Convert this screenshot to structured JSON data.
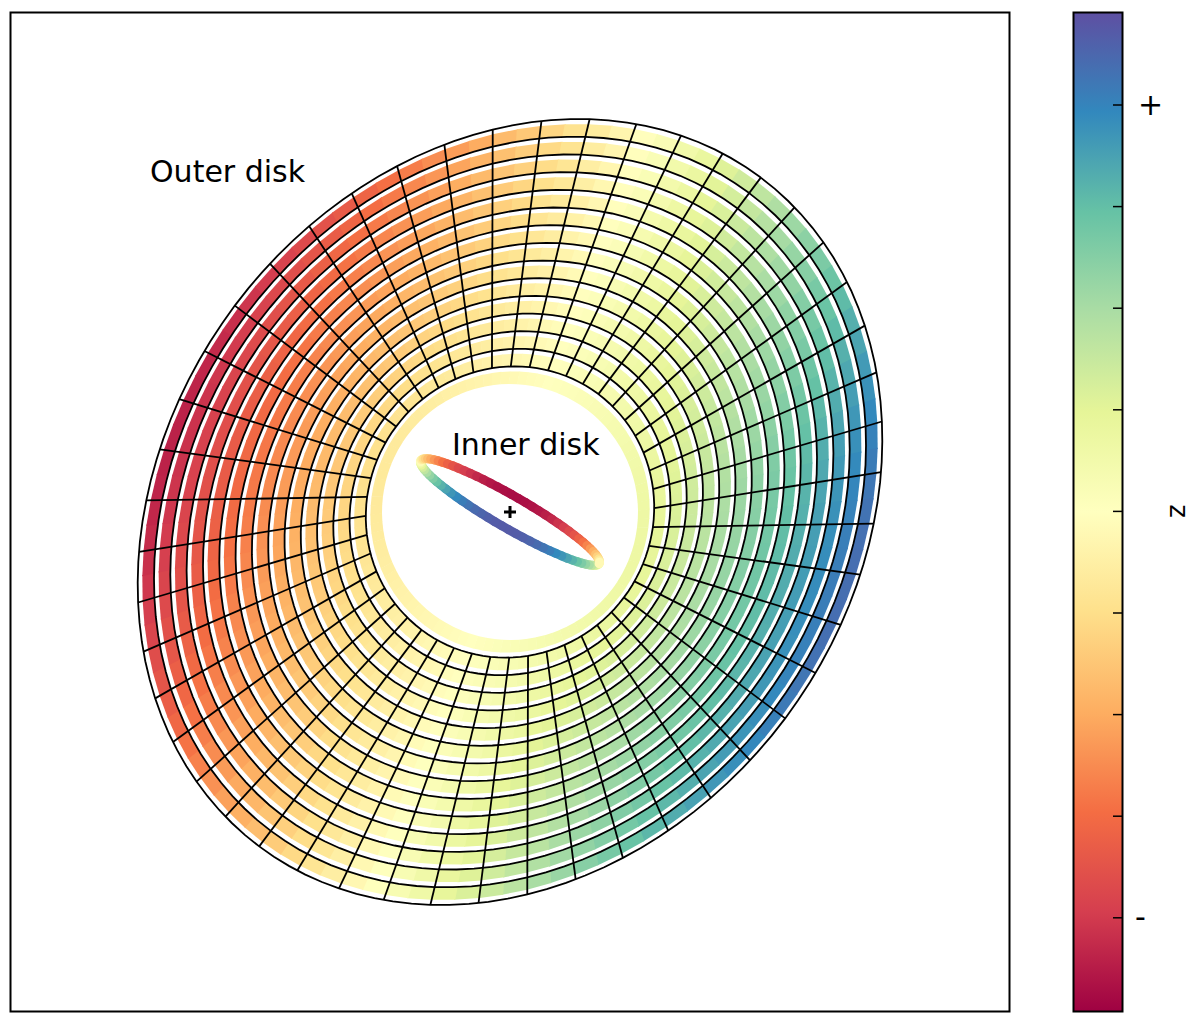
{
  "diagram": {
    "labels": [
      "Outer disk",
      "Inner disk",
      "+",
      "-",
      "z"
    ]
  }
}
